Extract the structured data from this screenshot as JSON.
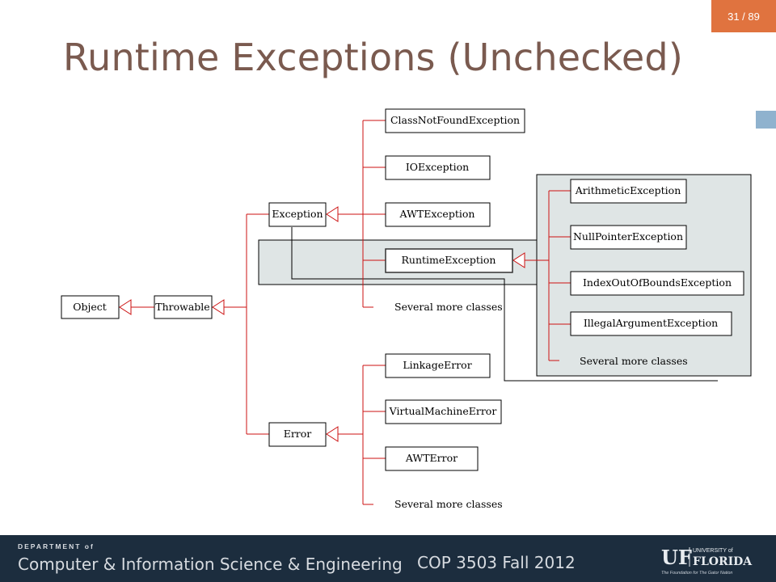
{
  "slide": {
    "title": "Runtime Exceptions (Unchecked)",
    "page_counter": "31 / 89"
  },
  "colors": {
    "accent_orange": "#e0733f",
    "title_brown": "#7a5a4f",
    "footer_navy": "#1c2d3e",
    "arrow_red": "#cc1111",
    "highlight_fill": "#dfe5e5"
  },
  "diagram": {
    "object": "Object",
    "throwable": "Throwable",
    "exception": "Exception",
    "error": "Error",
    "exception_children": {
      "class_not_found": "ClassNotFoundException",
      "io": "IOException",
      "awt": "AWTException",
      "runtime": "RuntimeException",
      "more": "Several more classes"
    },
    "error_children": {
      "linkage": "LinkageError",
      "virtual_machine": "VirtualMachineError",
      "awt": "AWTError",
      "more": "Several more classes"
    },
    "runtime_children": {
      "arithmetic": "ArithmeticException",
      "null_pointer": "NullPointerException",
      "index_out_of_bounds": "IndexOutOfBoundsException",
      "illegal_argument": "IllegalArgumentException",
      "more": "Several more classes"
    }
  },
  "footer": {
    "department_label": "DEPARTMENT of",
    "department_name": "Computer & Information Science & Engineering",
    "course": "COP 3503 Fall 2012",
    "logo_letters": "UF",
    "logo_university": "UNIVERSITY of",
    "logo_florida": "FLORIDA",
    "logo_tagline": "The Foundation for The Gator Nation"
  }
}
